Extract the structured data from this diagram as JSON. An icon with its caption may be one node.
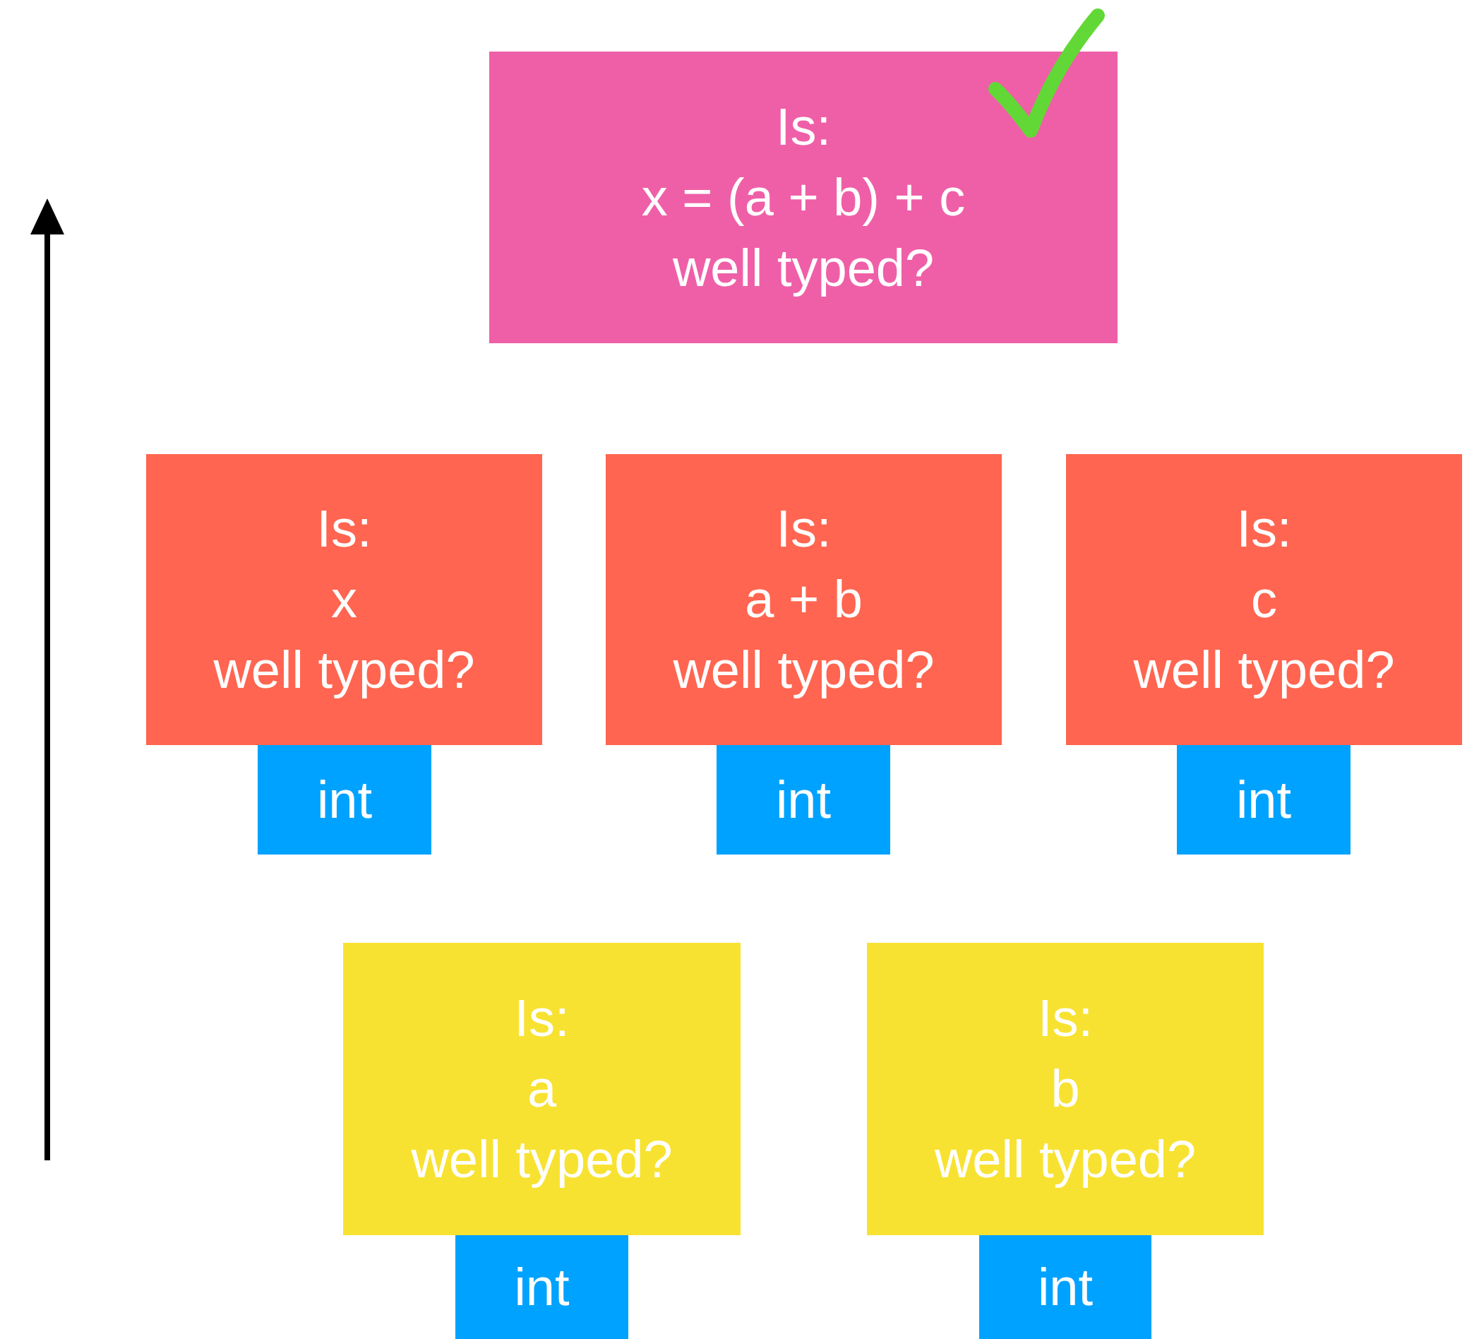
{
  "diagram": {
    "nodes": [
      {
        "text": [
          "Is:",
          "x = (a + b) + c",
          "well typed?"
        ]
      },
      {
        "text": [
          "Is:",
          "x",
          "well typed?"
        ]
      },
      {
        "text": [
          "int"
        ]
      },
      {
        "text": [
          "Is:",
          "a + b",
          "well typed?"
        ]
      },
      {
        "text": [
          "int"
        ]
      },
      {
        "text": [
          "Is:",
          "c",
          "well typed?"
        ]
      },
      {
        "text": [
          "int"
        ]
      },
      {
        "text": [
          "Is:",
          "a",
          "well typed?"
        ]
      },
      {
        "text": [
          "int"
        ]
      },
      {
        "text": [
          "Is:",
          "b",
          "well typed?"
        ]
      },
      {
        "text": [
          "int"
        ]
      }
    ]
  }
}
